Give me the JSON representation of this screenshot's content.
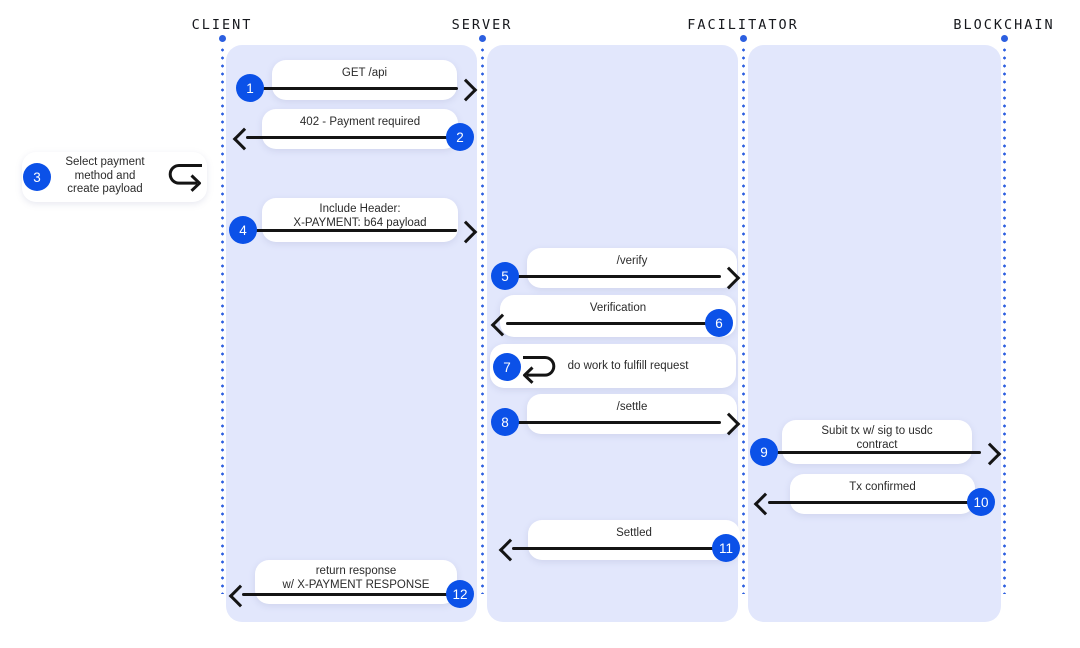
{
  "lanes": [
    {
      "label": "CLIENT"
    },
    {
      "label": "SERVER"
    },
    {
      "label": "FACILITATOR"
    },
    {
      "label": "BLOCKCHAIN"
    }
  ],
  "colors": {
    "accent": "#0b51e8",
    "panel": "#e2e7fc",
    "arrow": "#141414",
    "lifeline_dot": "#2c5fe0"
  },
  "messages": [
    {
      "num": "1",
      "from": "CLIENT",
      "to": "SERVER",
      "label": "GET /api"
    },
    {
      "num": "2",
      "from": "SERVER",
      "to": "CLIENT",
      "label": "402 - Payment required"
    },
    {
      "num": "3",
      "from": "CLIENT",
      "to": "CLIENT",
      "label": "Select payment\nmethod and\ncreate payload"
    },
    {
      "num": "4",
      "from": "CLIENT",
      "to": "SERVER",
      "label": "Include Header:\nX-PAYMENT: b64 payload"
    },
    {
      "num": "5",
      "from": "SERVER",
      "to": "FACILITATOR",
      "label": "/verify"
    },
    {
      "num": "6",
      "from": "FACILITATOR",
      "to": "SERVER",
      "label": "Verification"
    },
    {
      "num": "7",
      "from": "SERVER",
      "to": "SERVER",
      "label": "do work to fulfill request"
    },
    {
      "num": "8",
      "from": "SERVER",
      "to": "FACILITATOR",
      "label": "/settle"
    },
    {
      "num": "9",
      "from": "FACILITATOR",
      "to": "BLOCKCHAIN",
      "label": "Subit tx w/ sig to usdc\ncontract"
    },
    {
      "num": "10",
      "from": "BLOCKCHAIN",
      "to": "FACILITATOR",
      "label": "Tx confirmed"
    },
    {
      "num": "11",
      "from": "FACILITATOR",
      "to": "SERVER",
      "label": "Settled"
    },
    {
      "num": "12",
      "from": "SERVER",
      "to": "CLIENT",
      "label": "return response\nw/ X-PAYMENT RESPONSE"
    }
  ]
}
